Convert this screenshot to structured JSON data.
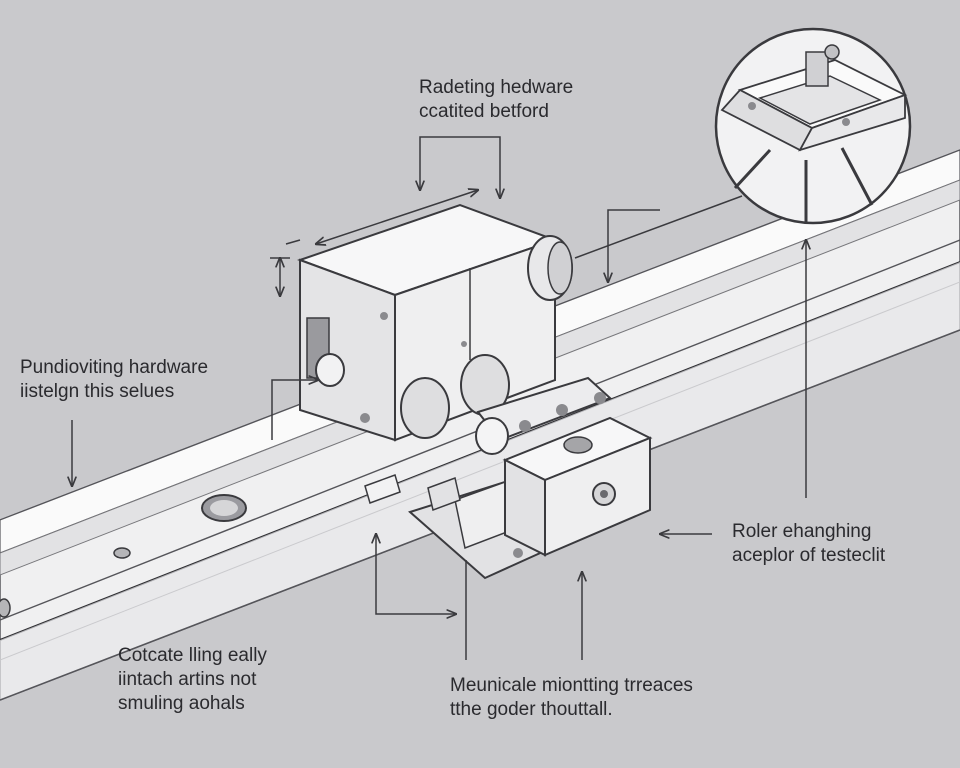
{
  "labels": {
    "top": [
      "Radeting hedware",
      "ccatited betford"
    ],
    "left": [
      "Pundioviting hardware",
      "iistelgn this selues"
    ],
    "right": [
      "Roler ehanghing",
      "aceplor of testeclit"
    ],
    "bottom_left": [
      "Cotcate lling eally",
      "iintach artins not",
      "smuling aohals"
    ],
    "bottom_center": [
      "Meunicale miontting trreaces",
      "tthe goder thouttall."
    ]
  },
  "colors": {
    "background": "#c9c9cc",
    "rail": "#ededee",
    "line": "#3a3a3e"
  }
}
